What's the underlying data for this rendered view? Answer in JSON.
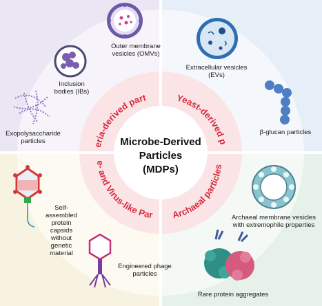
{
  "center": {
    "line1": "Microbe-Derived",
    "line2": "Particles",
    "line3": "(MDPs)"
  },
  "sectors": {
    "bacteria": "Bacteria-derived particles",
    "fungal": "Fungal/Yeast-derived particles",
    "phage": "Phage- and Virus-like Particles",
    "archaeal": "Archaeal particles"
  },
  "items": {
    "omv": "Outer membrane vesicles (OMVs)",
    "ibs": "Inclusion bodies (IBs)",
    "eps": "Exopolysaccharide particles",
    "evs": "Extracellular vesicles (EVs)",
    "glucan": "β-glucan particles",
    "capsids": "Self-assembled protein capsids without genetic material",
    "phage": "Engineered phage particles",
    "archaeal_vesicles": "Archaeal membrane vesicles with extremophile properties",
    "aggregates": "Rare protein aggregates"
  },
  "colors": {
    "accent": "#d8283c",
    "tl_bg": "#ebe6f4",
    "tr_bg": "#e6eef7",
    "bl_bg": "#f8f3e0",
    "br_bg": "#e6f2e9",
    "ring": "#fbe4e6"
  }
}
